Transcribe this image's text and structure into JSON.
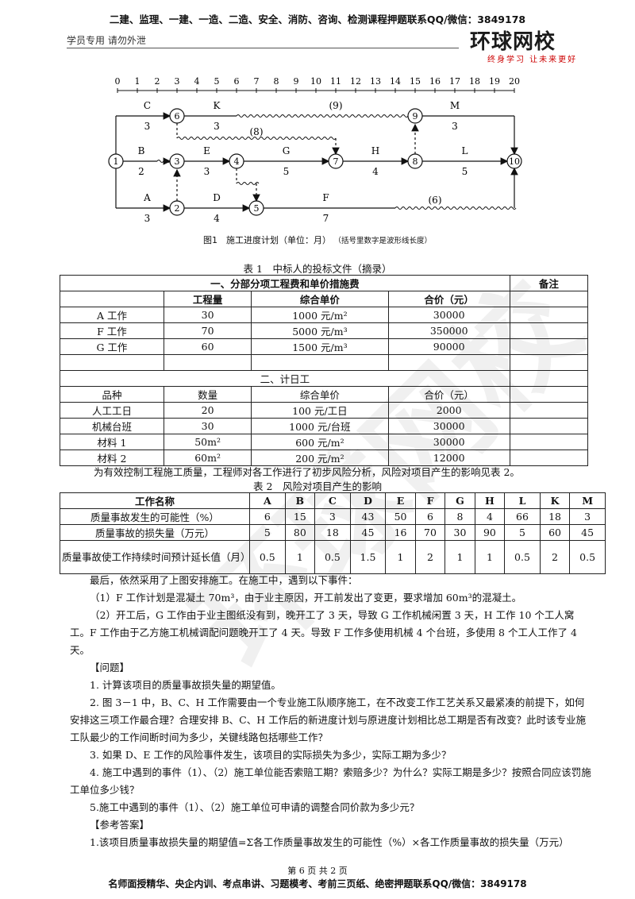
{
  "header": {
    "top": "二建、监理、一建、一造、二造、安全、消防、咨询、检测课程押题联系QQ/微信：3849178",
    "left": "学员专用 请勿外泄",
    "logo": "环球网校",
    "slogan": "终身学习 让未来更好"
  },
  "figure": {
    "scale": [
      "0",
      "1",
      "2",
      "3",
      "4",
      "5",
      "6",
      "7",
      "8",
      "9",
      "10",
      "11",
      "12",
      "13",
      "14",
      "15",
      "16",
      "17",
      "18",
      "19",
      "20"
    ],
    "nodes": [
      "1",
      "2",
      "3",
      "4",
      "5",
      "6",
      "7",
      "8",
      "9",
      "10"
    ],
    "work_labels": [
      "C",
      "3",
      "K",
      "3",
      "(9)",
      "M",
      "3",
      "(8)",
      "B",
      "2",
      "E",
      "3",
      "G",
      "5",
      "H",
      "4",
      "L",
      "5",
      "A",
      "3",
      "D",
      "4",
      "F",
      "7",
      "(6)"
    ],
    "caption": "图1　施工进度计划（单位：月）",
    "caption_note": "（括号里数字是波形线长度）"
  },
  "table1": {
    "title": "表 1　中标人的投标文件（摘录）",
    "section1": "一、分部分项工程费和单价措施费",
    "remark": "备注",
    "headers": [
      "",
      "工程量",
      "综合单价",
      "合价（元）"
    ],
    "rows": [
      [
        "A 工作",
        "30",
        "1000 元/m²",
        "30000"
      ],
      [
        "F 工作",
        "70",
        "5000 元/m³",
        "350000"
      ],
      [
        "G 工作",
        "60",
        "1500 元/m³",
        "90000"
      ]
    ],
    "section2": "二、计日工",
    "headers2": [
      "品种",
      "数量",
      "综合单价",
      "合价（元）"
    ],
    "rows2": [
      [
        "人工工日",
        "20",
        "100 元/工日",
        "2000"
      ],
      [
        "机械台班",
        "30",
        "1000 元/台班",
        "30000"
      ],
      [
        "材料 1",
        "50m²",
        "600 元/m²",
        "30000"
      ],
      [
        "材料 2",
        "60m²",
        "200 元/m²",
        "12000"
      ]
    ]
  },
  "risk_intro": "为有效控制工程施工质量，工程师对各工作进行了初步风险分析，风险对项目产生的影响见表 2。",
  "table2": {
    "title": "表 2　风险对项目产生的影响",
    "headers": [
      "工作名称",
      "A",
      "B",
      "C",
      "D",
      "E",
      "F",
      "G",
      "H",
      "L",
      "K",
      "M"
    ],
    "rows": [
      [
        "质量事故发生的可能性（%）",
        "6",
        "15",
        "3",
        "43",
        "50",
        "6",
        "8",
        "4",
        "66",
        "18",
        "3"
      ],
      [
        "质量事故的损失量（万元）",
        "5",
        "80",
        "18",
        "45",
        "16",
        "70",
        "30",
        "90",
        "5",
        "60",
        "45"
      ],
      [
        "质量事故使工作持续时间预计延长值（月）",
        "0.5",
        "1",
        "0.5",
        "1.5",
        "1",
        "2",
        "1",
        "1",
        "0.5",
        "2",
        "0.5"
      ]
    ]
  },
  "body": {
    "p1": "最后，依然采用了上图安排施工。在施工中，遇到以下事件：",
    "p2": "（1）F 工作计划是混凝土 70m³，由于业主原因，开工前发出了变更，要求增加 60m³的混凝土。",
    "p3": "（2）开工后，G 工作由于业主图纸没有到，晚开工了 3 天，导致 G 工作机械闲置 3 天，H 工作 10 个工人窝工。F 工作由于乙方施工机械调配问题晚开工了 4 天。导致 F 工作多使用机械 4 个台班，多使用 8 个工人工作了 4 天。",
    "q_head": "【问题】",
    "q1": "1. 计算该项目的质量事故损失量的期望值。",
    "q2": "2. 图 3－1 中，B、C、H 工作需要由一个专业施工队顺序施工，在不改变工作工艺关系又最紧凑的前提下，如何安排这三项工作最合理？合理安排 B、C、H 工作后的新进度计划与原进度计划相比总工期是否有改变？此时该专业施工队最少的工作间断时间为多少，关键线路包括哪些工作？",
    "q3": "3. 如果 D、E 工作的风险事件发生，该项目的实际损失为多少，实际工期为多少？",
    "q4": "4. 施工中遇到的事件（1）、（2）施工单位能否索赔工期？索赔多少？为什么？实际工期是多少？按照合同应该罚施工单位多少钱？",
    "q5": "5.施工中遇到的事件（1）、（2）施工单位可申请的调整合同价款为多少元？",
    "a_head": "【参考答案】",
    "a1": "1.该项目质量事故损失量的期望值=Σ各工作质量事故发生的可能性（%）×各工作质量事故的损失量（万元）"
  },
  "footer": {
    "page": "第 6 页 共 2 页",
    "bottom": "名师面授精华、央企内训、考点串讲、习题模考、考前三页纸、绝密押题联系QQ/微信：3849178"
  },
  "watermark": "环球网校"
}
